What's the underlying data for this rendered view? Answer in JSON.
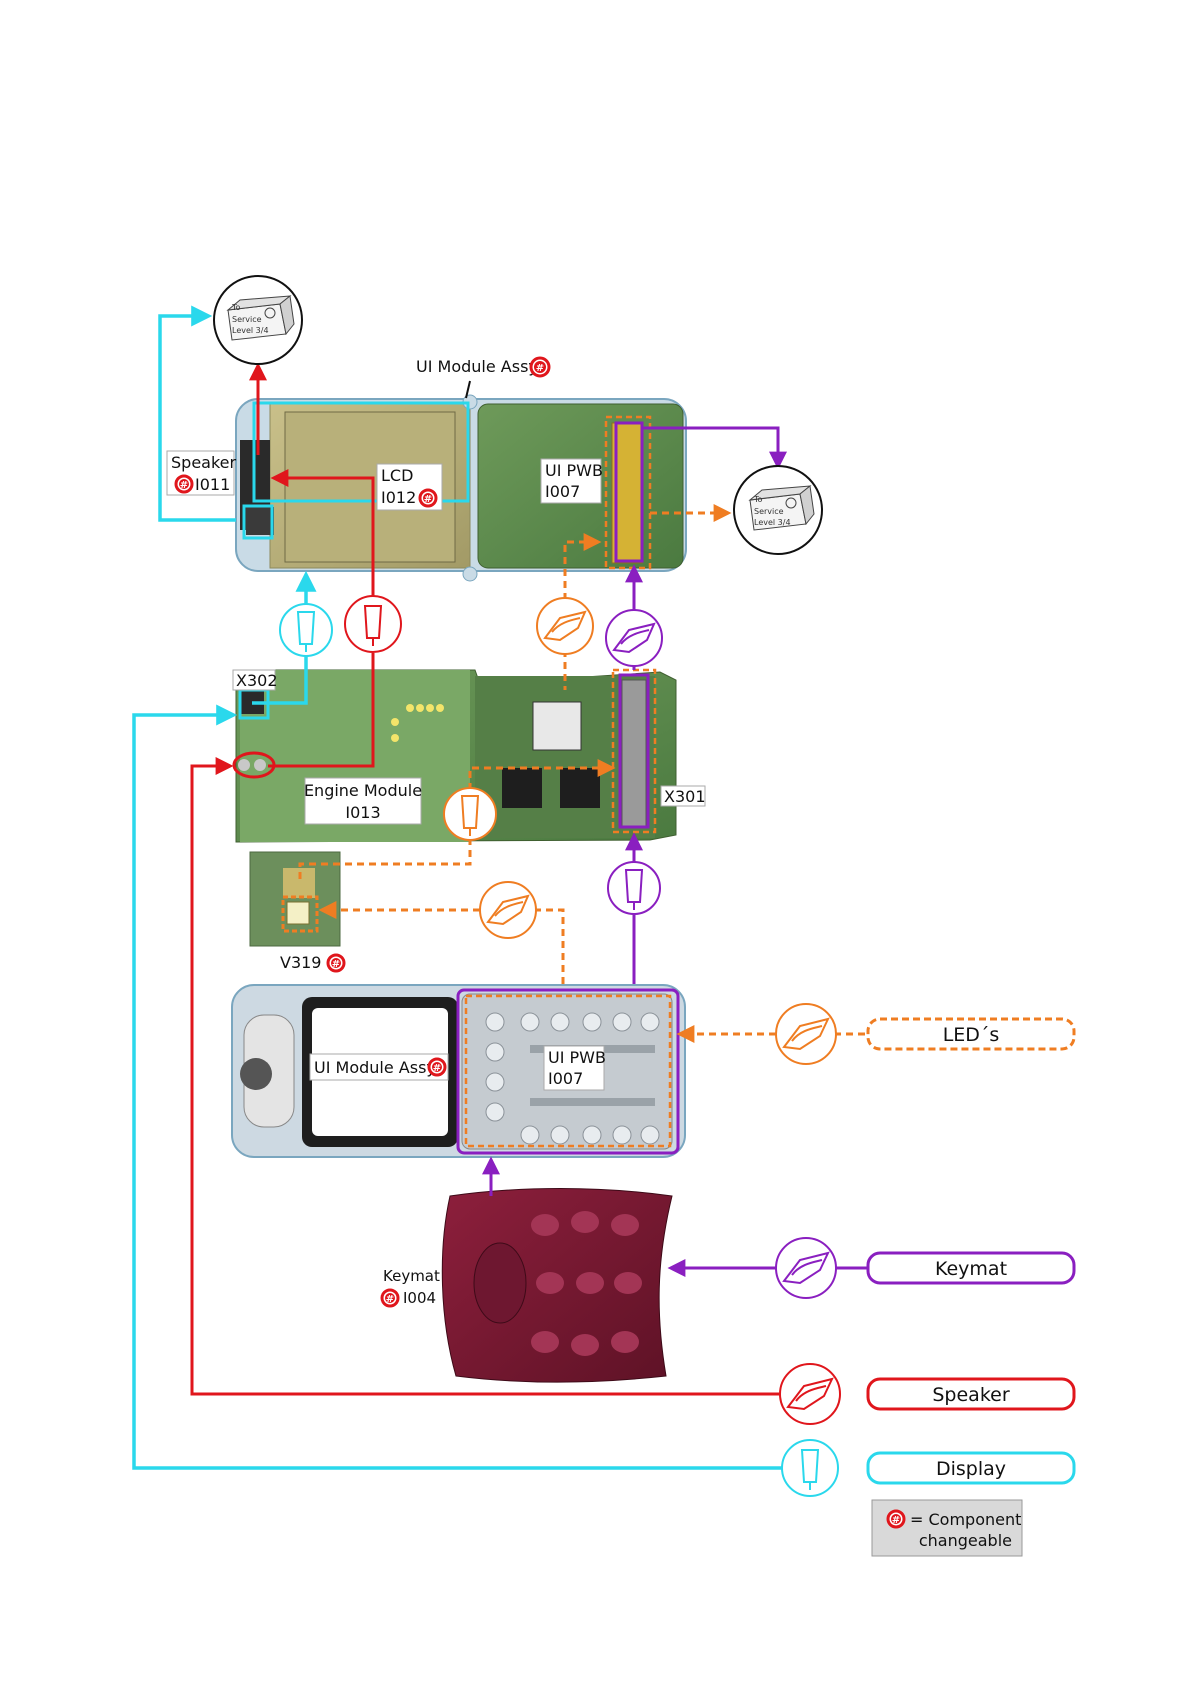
{
  "colors": {
    "display": "#2ad8ec",
    "speaker": "#e0161c",
    "leds": "#ef7d22",
    "keymat": "#8a1fc0",
    "badge": "#e0161c"
  },
  "icons": {
    "service_box": "service-level-box-icon",
    "esd": "esd-wrist-strap-icon",
    "handling": "hand-handling-icon",
    "changeable": "hash-badge-icon"
  },
  "service_box_top": {
    "line1": "To",
    "line2": "Service",
    "line3": "Level 3/4"
  },
  "service_box_right": {
    "line1": "To",
    "line2": "Service",
    "line3": "Level 3/4"
  },
  "labels": {
    "ui_module_top": "UI Module Assy",
    "speaker_name": "Speaker",
    "speaker_code": "I011",
    "lcd_name": "LCD",
    "lcd_code": "I012",
    "ui_pwb_top_name": "UI PWB",
    "ui_pwb_top_code": "I007",
    "x302": "X302",
    "engine_name": "Engine Module",
    "engine_code": "I013",
    "x301": "X301",
    "v319": "V319",
    "ui_module_bottom": "UI Module Assy",
    "ui_pwb_bottom_name": "UI PWB",
    "ui_pwb_bottom_code": "I007",
    "keymat_name": "Keymat",
    "keymat_code": "I004",
    "badge_symbol": "#"
  },
  "categories": {
    "leds": "LED´s",
    "keymat": "Keymat",
    "speaker": "Speaker",
    "display": "Display"
  },
  "legend": {
    "line1": "= Component",
    "line2": "changeable"
  }
}
